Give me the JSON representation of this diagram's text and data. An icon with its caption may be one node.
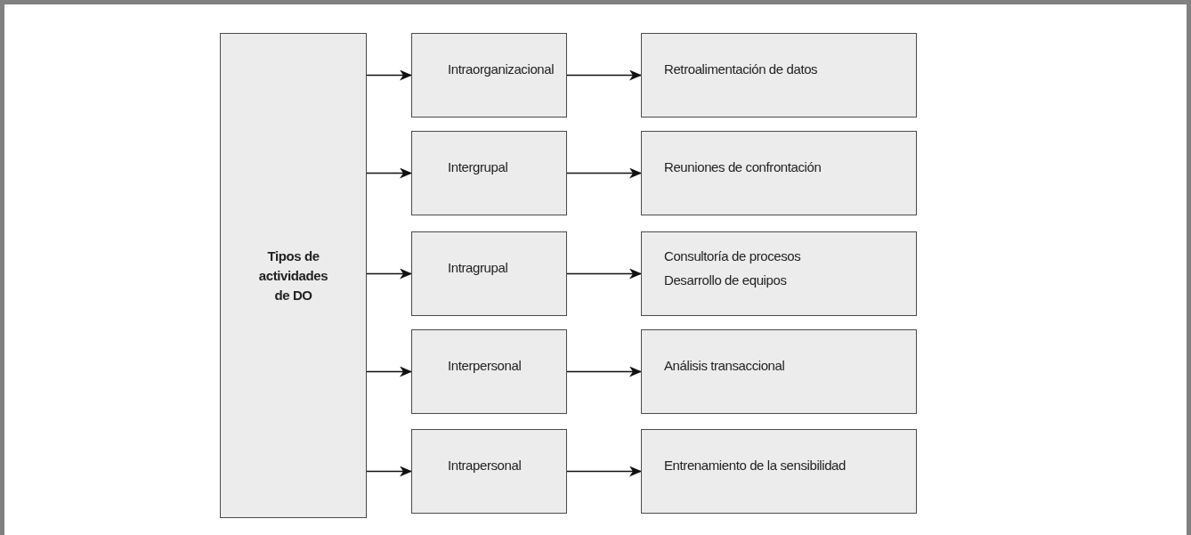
{
  "diagram": {
    "nodes": [
      {
        "text": [
          "Tipos de actividades de DO"
        ]
      },
      {
        "text": [
          "Intraorganizacional"
        ]
      },
      {
        "text": [
          "Intergrupal"
        ]
      },
      {
        "text": [
          "Intragrupal"
        ]
      },
      {
        "text": [
          "Interpersonal"
        ]
      },
      {
        "text": [
          "Intrapersonal"
        ]
      },
      {
        "text": [
          "Retroalimentación de datos"
        ]
      },
      {
        "text": [
          "Reuniones de confrontación"
        ]
      },
      {
        "text": [
          "Consultoría de procesos",
          "Desarrollo de equipos"
        ]
      },
      {
        "text": [
          "Análisis transaccional"
        ]
      },
      {
        "text": [
          "Entrenamiento de la sensibilidad"
        ]
      }
    ],
    "edges": [
      {
        "from": 0,
        "to": 1,
        "arrow": "to"
      },
      {
        "from": 0,
        "to": 2,
        "arrow": "to"
      },
      {
        "from": 0,
        "to": 3,
        "arrow": "to"
      },
      {
        "from": 0,
        "to": 4,
        "arrow": "to"
      },
      {
        "from": 0,
        "to": 5,
        "arrow": "to"
      },
      {
        "from": 1,
        "to": 6,
        "arrow": "to"
      },
      {
        "from": 2,
        "to": 7,
        "arrow": "to"
      },
      {
        "from": 3,
        "to": 8,
        "arrow": "to"
      },
      {
        "from": 4,
        "to": 9,
        "arrow": "to"
      },
      {
        "from": 5,
        "to": 10,
        "arrow": "to"
      }
    ]
  }
}
